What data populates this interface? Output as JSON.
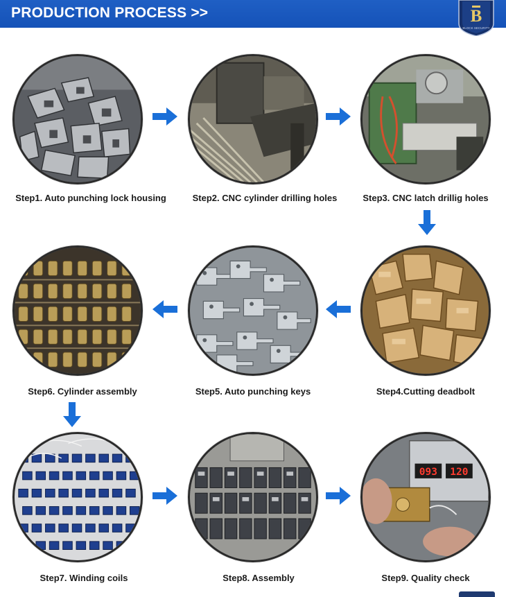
{
  "header": {
    "title": "PRODUCTION PROCESS >>",
    "brand_text": "BLOCK SECURITY",
    "brand_color": "#1a57c0"
  },
  "steps": [
    {
      "label": "Step1. Auto punching lock housing"
    },
    {
      "label": "Step2. CNC cylinder drilling holes"
    },
    {
      "label": "Step3. CNC latch  drillig holes"
    },
    {
      "label": "Step4.Cutting deadbolt"
    },
    {
      "label": "Step5. Auto punching keys"
    },
    {
      "label": "Step6. Cylinder assembly"
    },
    {
      "label": "Step7. Winding coils"
    },
    {
      "label": "Step8. Assembly"
    },
    {
      "label": "Step9. Quality check",
      "display_left": "093",
      "display_right": "120"
    }
  ],
  "arrow_color": "#1a6fd8"
}
